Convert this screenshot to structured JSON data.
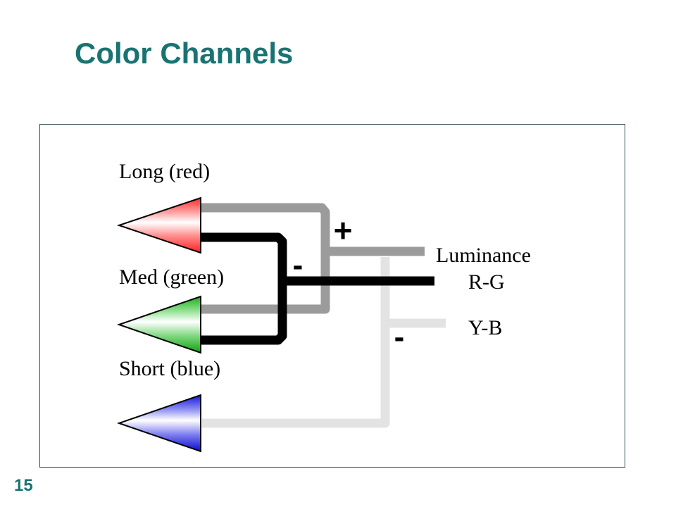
{
  "title": "Color Channels",
  "page_number": "15",
  "diagram": {
    "cones": [
      {
        "label": "Long (red)",
        "color": "#ff2a2a"
      },
      {
        "label": "Med (green)",
        "color": "#1fb81f"
      },
      {
        "label": "Short (blue)",
        "color": "#1414e0"
      }
    ],
    "channels": [
      {
        "label": "Luminance",
        "wire_color": "#9b9b9b"
      },
      {
        "label": "R-G",
        "wire_color": "#000000"
      },
      {
        "label": "Y-B",
        "wire_color": "#e3e3e3"
      }
    ],
    "signs": {
      "plus": "+",
      "minus_rg": "-",
      "minus_yb": "-"
    }
  }
}
